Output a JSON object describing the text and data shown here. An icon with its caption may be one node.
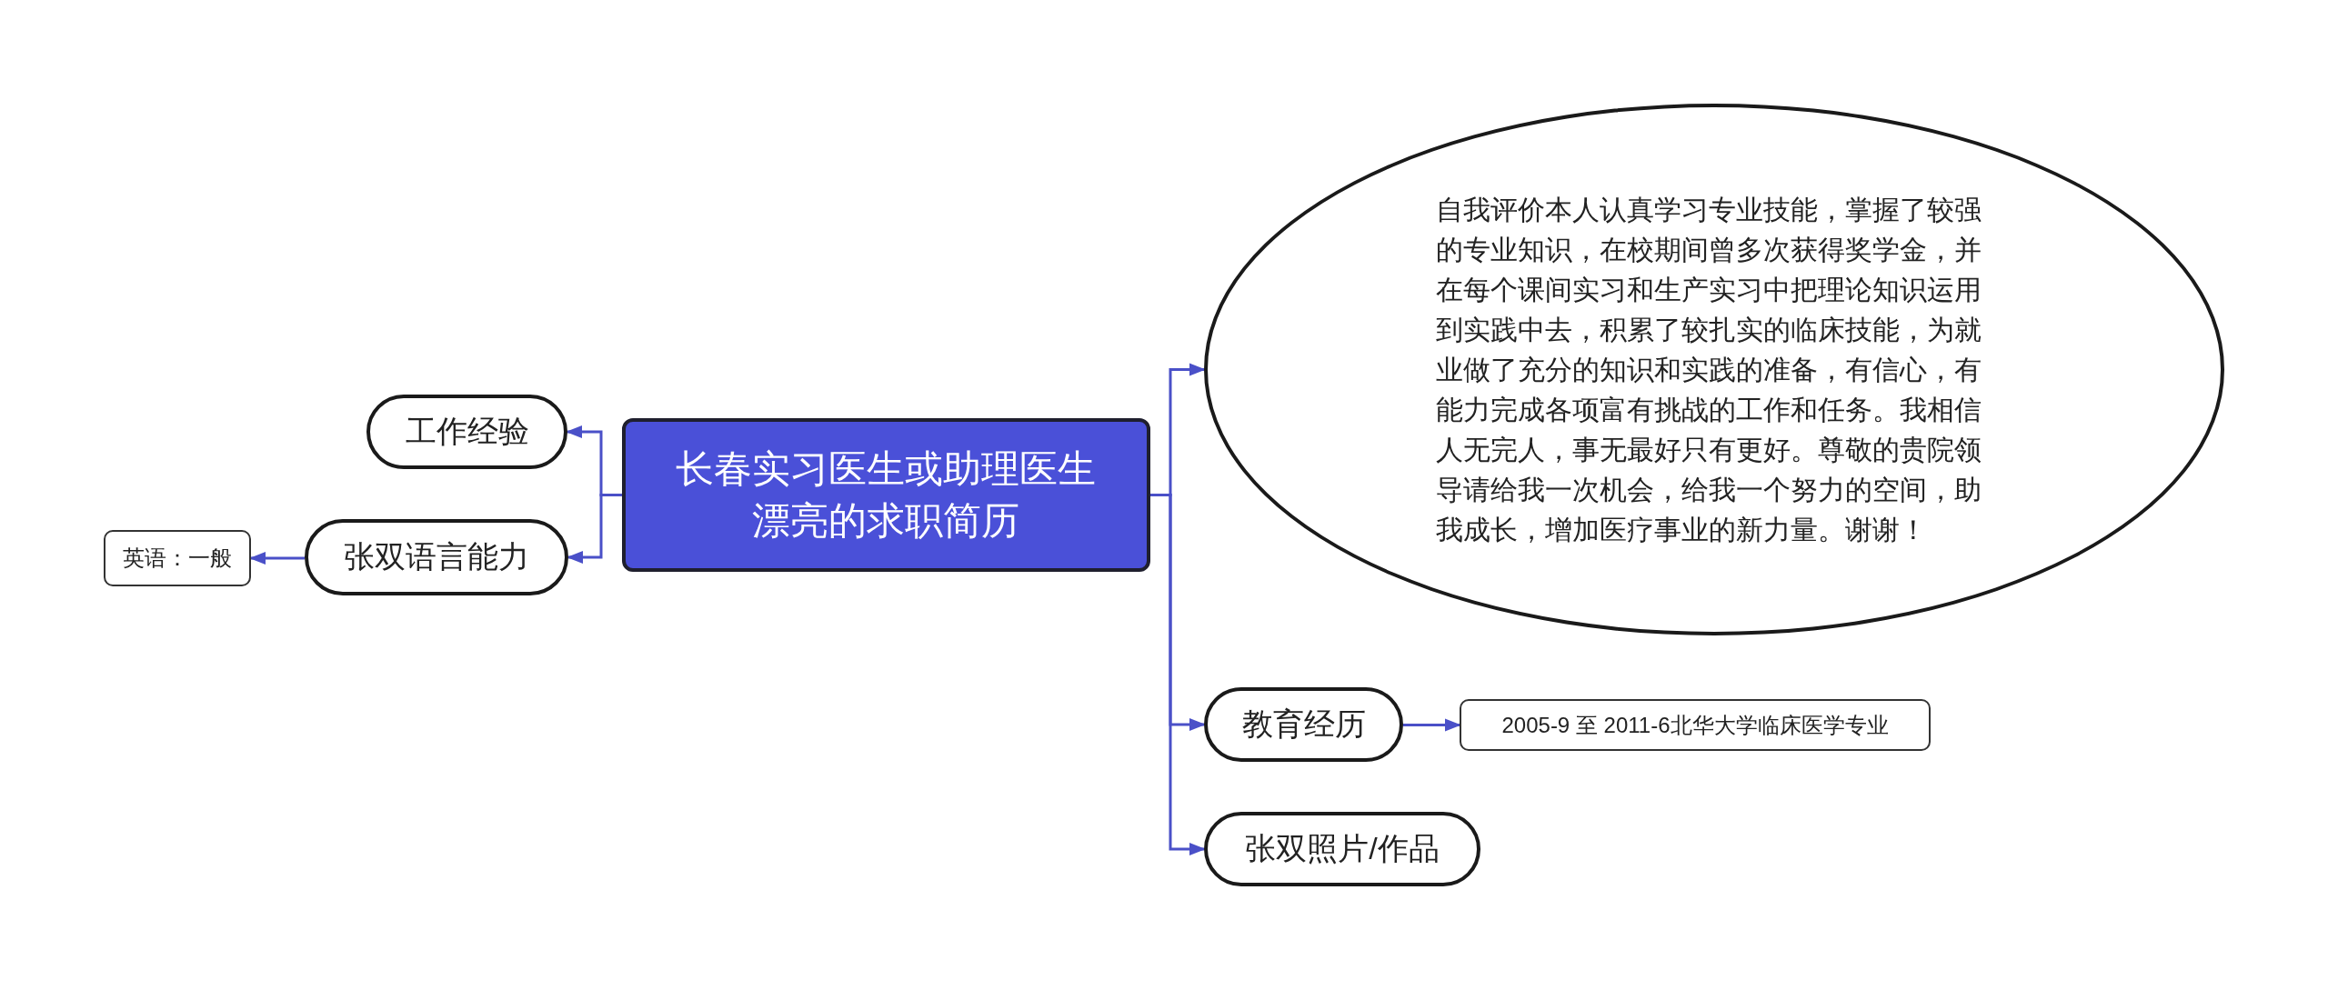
{
  "diagram": {
    "nodes": [
      {
        "text": [
          "长春实习医生或助理医生漂亮的求职简历"
        ]
      },
      {
        "text": [
          "工作经验"
        ]
      },
      {
        "text": [
          "张双语言能力"
        ]
      },
      {
        "text": [
          "英语：一般"
        ]
      },
      {
        "text": [
          "自我评价本人认真学习专业技能，掌握了较强的专业知识，在校期间曾多次获得奖学金，并在每个课间实习和生产实习中把理论知识运用到实践中去，积累了较扎实的临床技能，为就业做了充分的知识和实践的准备，有信心，有能力完成各项富有挑战的工作和任务。我相信人无完人，事无最好只有更好。尊敬的贵院领导请给我一次机会，给我一个努力的空间，助我成长，增加医疗事业的新力量。谢谢！"
        ]
      },
      {
        "text": [
          "教育经历"
        ]
      },
      {
        "text": [
          "2005-9 至 2011-6北华大学临床医学专业"
        ]
      },
      {
        "text": [
          "张双照片/作品"
        ]
      }
    ],
    "edges": [
      {
        "from": 0,
        "to": 1,
        "arrow": "to"
      },
      {
        "from": 0,
        "to": 2,
        "arrow": "to"
      },
      {
        "from": 2,
        "to": 3,
        "arrow": "to"
      },
      {
        "from": 0,
        "to": 4,
        "arrow": "to"
      },
      {
        "from": 0,
        "to": 5,
        "arrow": "to"
      },
      {
        "from": 5,
        "to": 6,
        "arrow": "to"
      },
      {
        "from": 0,
        "to": 7,
        "arrow": "to"
      }
    ]
  }
}
